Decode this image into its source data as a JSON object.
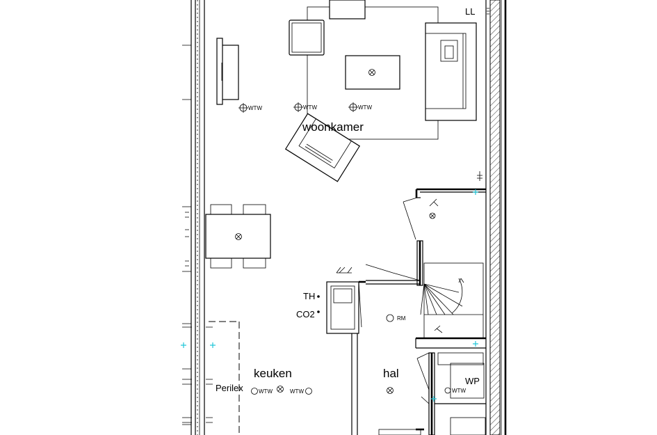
{
  "rooms": {
    "living": "woonkamer",
    "kitchen": "keuken",
    "hall": "hal"
  },
  "labels": {
    "ll": "LL",
    "th": "TH",
    "co2": "CO2",
    "rm": "RM",
    "perilex": "Perilex",
    "wp": "WP",
    "wtw": "WTW"
  }
}
